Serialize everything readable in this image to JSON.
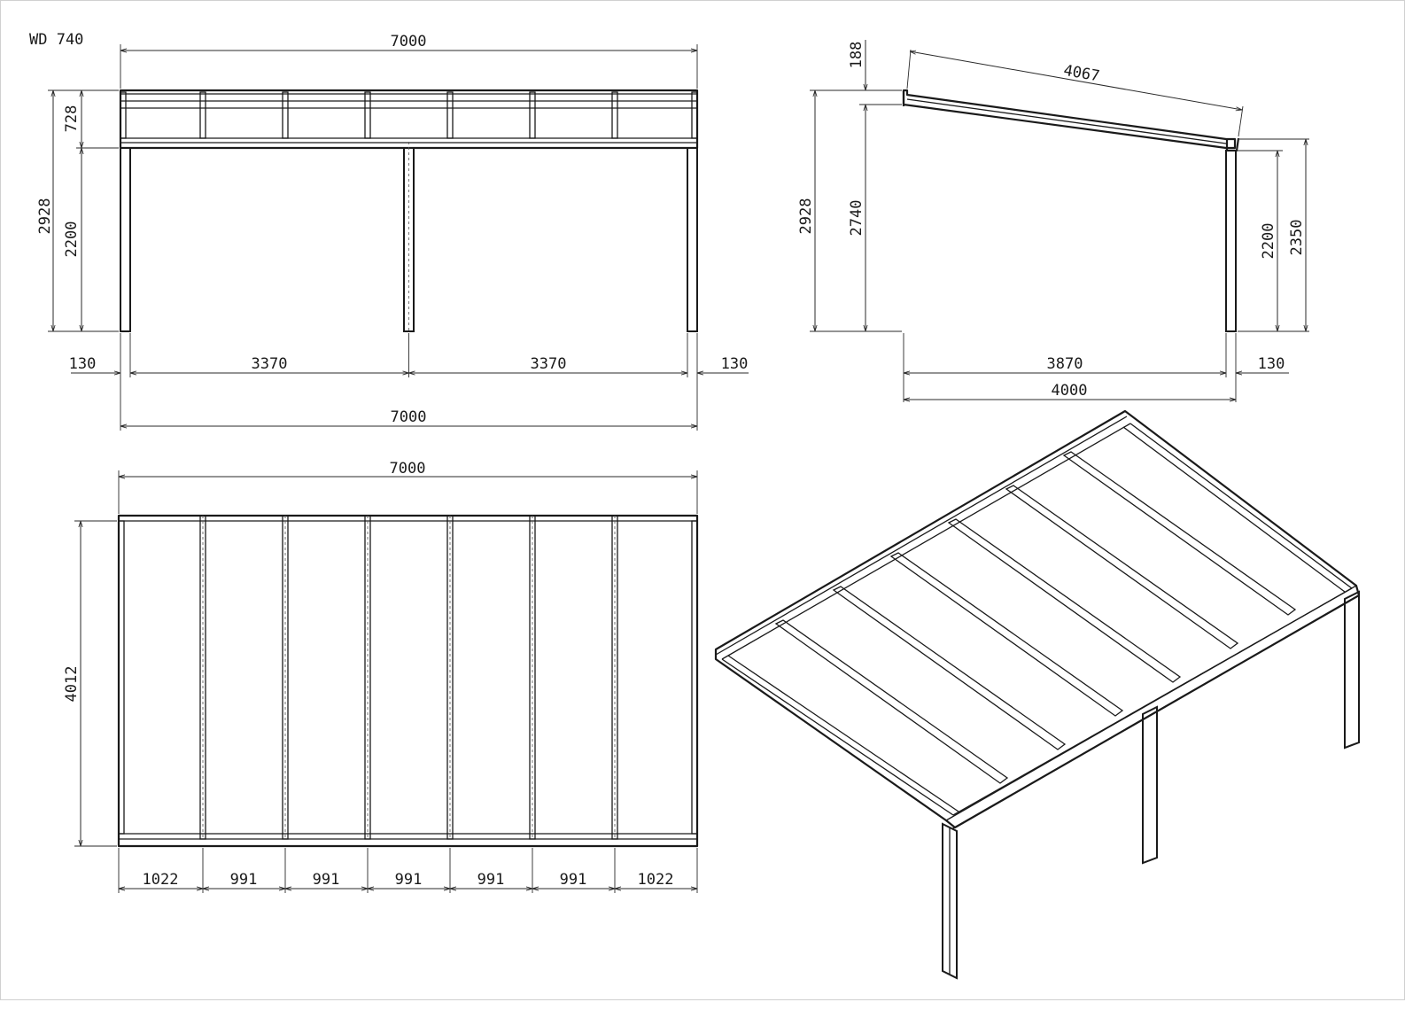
{
  "model_code": "WD 740",
  "front_view": {
    "overall_width_top": "7000",
    "total_height": "2928",
    "gutter_height": "728",
    "clearance_height": "2200",
    "post_offset_left": "130",
    "post_span_left": "3370",
    "post_span_right": "3370",
    "post_offset_right": "130",
    "overall_width_bottom": "7000"
  },
  "side_view": {
    "gutter_rise": "188",
    "rafter_length": "4067",
    "total_height": "2928",
    "wall_height": "2740",
    "clearance_height": "2200",
    "front_height": "2350",
    "post_distance": "3870",
    "post_offset": "130",
    "overall_depth": "4000"
  },
  "plan_view": {
    "overall_width": "7000",
    "overall_depth": "4012",
    "bay_widths": [
      "1022",
      "991",
      "991",
      "991",
      "991",
      "991",
      "1022"
    ]
  }
}
